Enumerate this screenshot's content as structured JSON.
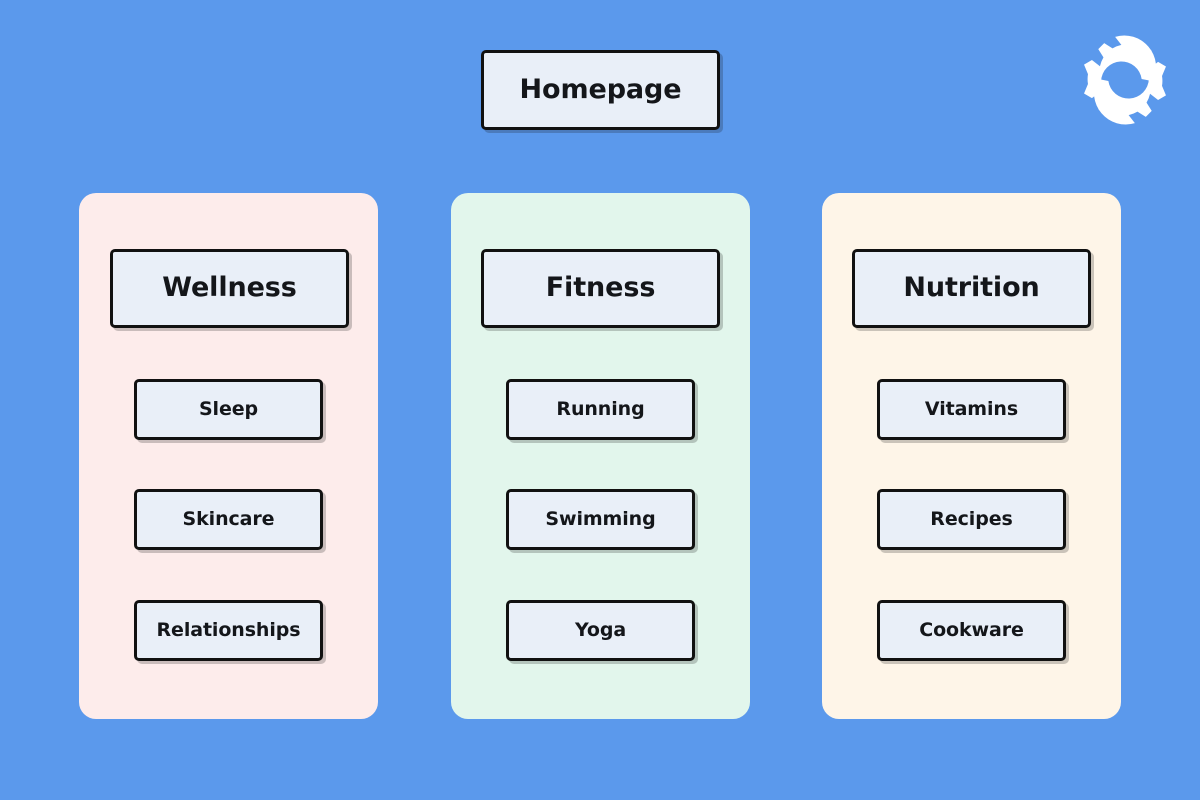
{
  "colors": {
    "background": "#5b99ec",
    "node_fill": "#e9eff8",
    "node_border": "#111111",
    "panel_wellness": "#fdeceb",
    "panel_fitness": "#e2f6ec",
    "panel_nutrition": "#fef5e8",
    "logo": "#ffffff"
  },
  "logo": {
    "icon": "double-gear-sync-icon"
  },
  "root": {
    "label": "Homepage"
  },
  "columns": [
    {
      "id": "wellness",
      "header": "Wellness",
      "children": [
        "Sleep",
        "Skincare",
        "Relationships"
      ]
    },
    {
      "id": "fitness",
      "header": "Fitness",
      "children": [
        "Running",
        "Swimming",
        "Yoga"
      ]
    },
    {
      "id": "nutrition",
      "header": "Nutrition",
      "children": [
        "Vitamins",
        "Recipes",
        "Cookware"
      ]
    }
  ]
}
